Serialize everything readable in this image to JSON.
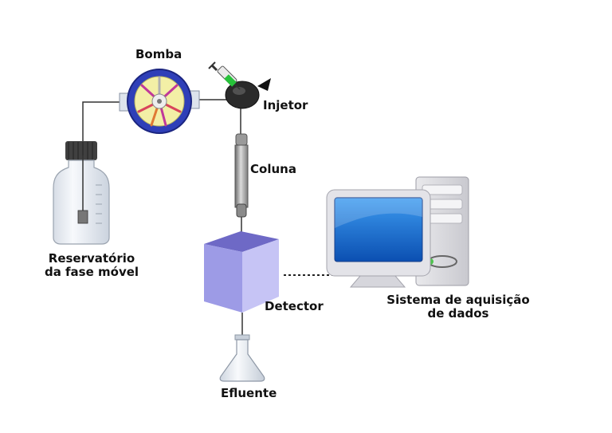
{
  "labels": {
    "pump": "Bomba",
    "injector": "Injetor",
    "column": "Coluna",
    "reservoir_line1": "Reservatório",
    "reservoir_line2": "da fase móvel",
    "detector": "Detector",
    "system_line1": "Sistema de aquisição",
    "system_line2": "de dados",
    "effluent": "Efluente"
  },
  "colors": {
    "pump_ring": "#2f3fb8",
    "pump_center": "#f3efa6",
    "syringe_liquid": "#27c23a",
    "detector_front": "#9d9be6",
    "detector_top": "#6e69c6",
    "detector_side": "#c6c4f5",
    "monitor_screen": "#1a74d8"
  },
  "icons": [
    "pump-icon",
    "syringe-icon",
    "injector-valve-icon",
    "column-icon",
    "reservoir-bottle-icon",
    "detector-cube-icon",
    "computer-icon",
    "flask-icon"
  ]
}
